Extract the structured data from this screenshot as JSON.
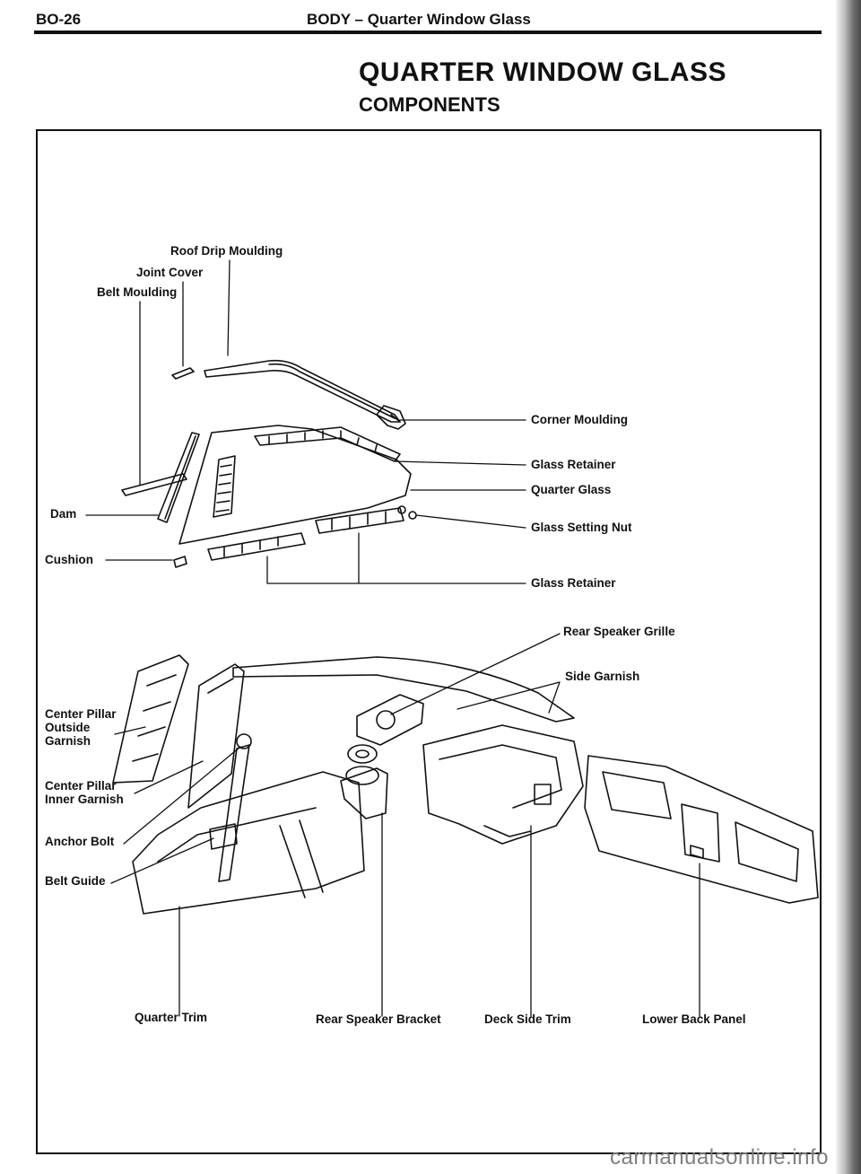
{
  "header": {
    "page_code": "BO-26",
    "section": "BODY – Quarter Window Glass"
  },
  "title": "QUARTER WINDOW GLASS",
  "subtitle": "COMPONENTS",
  "labels": {
    "roof_drip_moulding": "Roof Drip Moulding",
    "joint_cover": "Joint Cover",
    "belt_moulding": "Belt Moulding",
    "corner_moulding": "Corner Moulding",
    "glass_retainer_upper": "Glass Retainer",
    "quarter_glass": "Quarter Glass",
    "dam": "Dam",
    "glass_setting_nut": "Glass Setting Nut",
    "cushion": "Cushion",
    "glass_retainer_lower": "Glass Retainer",
    "rear_speaker_grille": "Rear Speaker Grille",
    "side_garnish": "Side Garnish",
    "center_pillar_outside_garnish": [
      "Center Pillar",
      "Outside",
      "Garnish"
    ],
    "center_pillar_inner_garnish": [
      "Center Pillar",
      "Inner Garnish"
    ],
    "anchor_bolt": "Anchor Bolt",
    "belt_guide": "Belt Guide",
    "quarter_trim": "Quarter Trim",
    "rear_speaker_bracket": "Rear Speaker Bracket",
    "deck_side_trim": "Deck Side Trim",
    "lower_back_panel": "Lower Back Panel"
  },
  "watermark": "carmanualsonline.info"
}
